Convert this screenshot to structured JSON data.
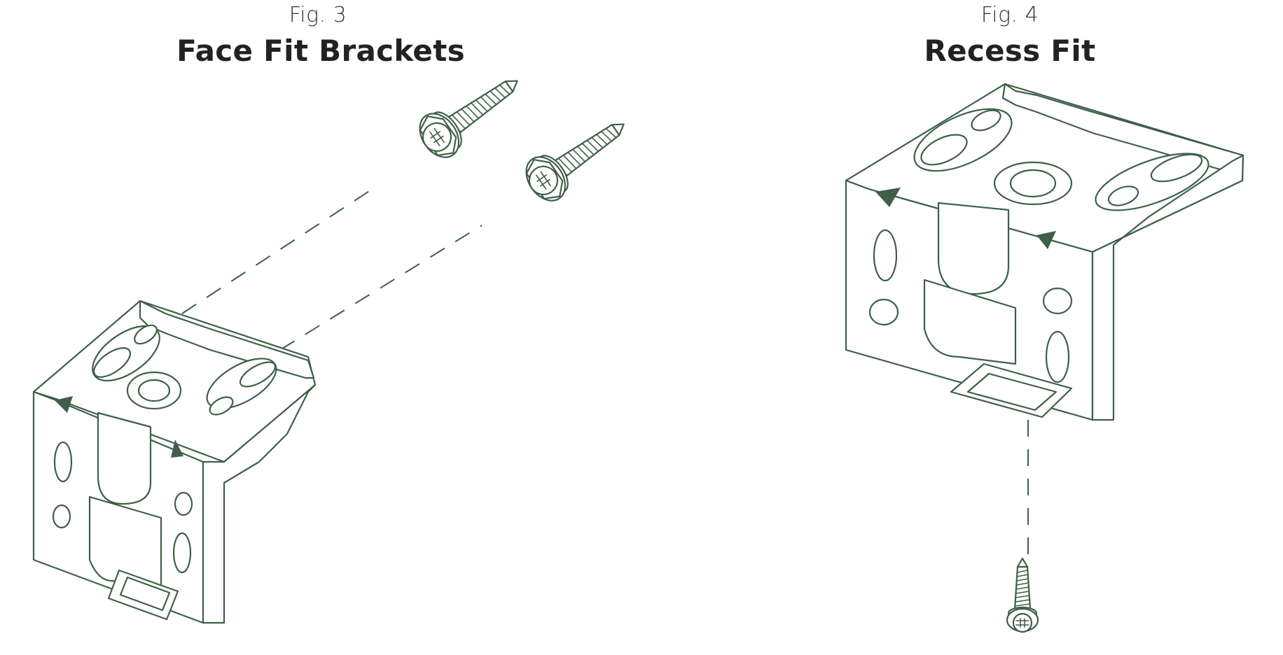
{
  "figures": [
    {
      "number": "Fig. 3",
      "title": "Face Fit Brackets"
    },
    {
      "number": "Fig. 4",
      "title": "Recess Fit"
    }
  ],
  "colors": {
    "line_art": "#3f5f48",
    "title_text": "#222222",
    "background": "#ffffff"
  }
}
